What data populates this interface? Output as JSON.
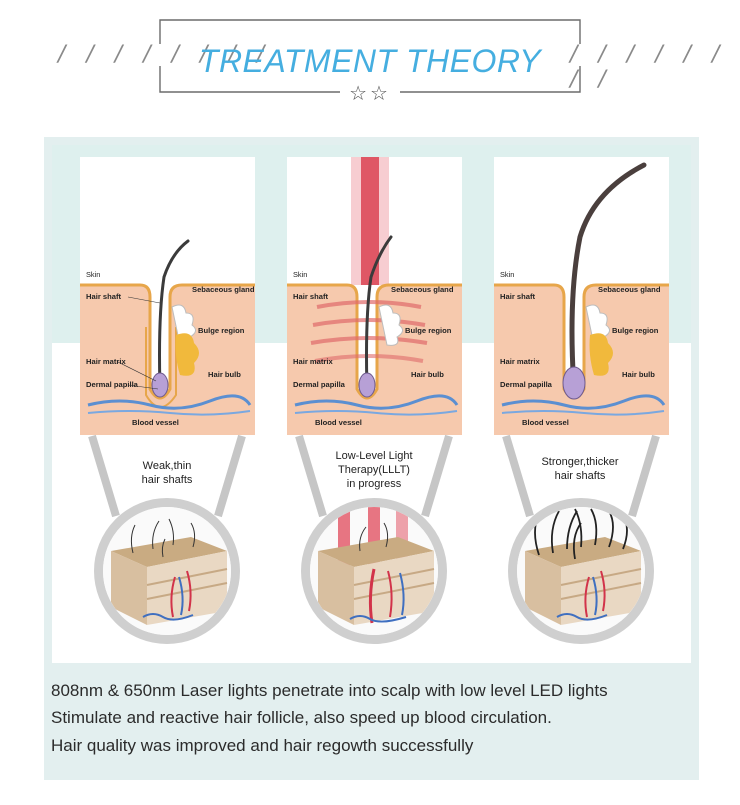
{
  "header": {
    "title": "TREATMENT THEORY",
    "left_slashes": "/ / / / / / / /",
    "right_slashes": "/ / / / / / / /",
    "stars": "☆☆"
  },
  "diagram_labels": {
    "skin": "Skin",
    "hair_shaft": "Hair shaft",
    "sebaceous_gland": "Sebaceous gland",
    "bulge_region": "Bulge region",
    "hair_matrix": "Hair matrix",
    "dermal_papilla": "Dermal papilla",
    "hair_bulb": "Hair bulb",
    "blood_vessel": "Blood vessel"
  },
  "stages": [
    {
      "caption_line1": "Weak,thin",
      "caption_line2": "hair shafts",
      "caption_line3": ""
    },
    {
      "caption_line1": "Low-Level Light",
      "caption_line2": "Therapy(LLLT)",
      "caption_line3": "in progress"
    },
    {
      "caption_line1": "Stronger,thicker",
      "caption_line2": "hair shafts",
      "caption_line3": ""
    }
  ],
  "description": {
    "line1": "808nm & 650nm Laser lights penetrate into scalp with low level LED lights",
    "line2": "Stimulate and reactive hair follicle, also speed up blood circulation.",
    "line3": "Hair quality was improved and hair regowth successfully"
  },
  "colors": {
    "title": "#45aee0",
    "panel": "#e3efef",
    "skin": "#f6c9ad",
    "laser": "#d42a3c",
    "vessel": "#5b8fd1",
    "gland": "#f1b93c"
  }
}
